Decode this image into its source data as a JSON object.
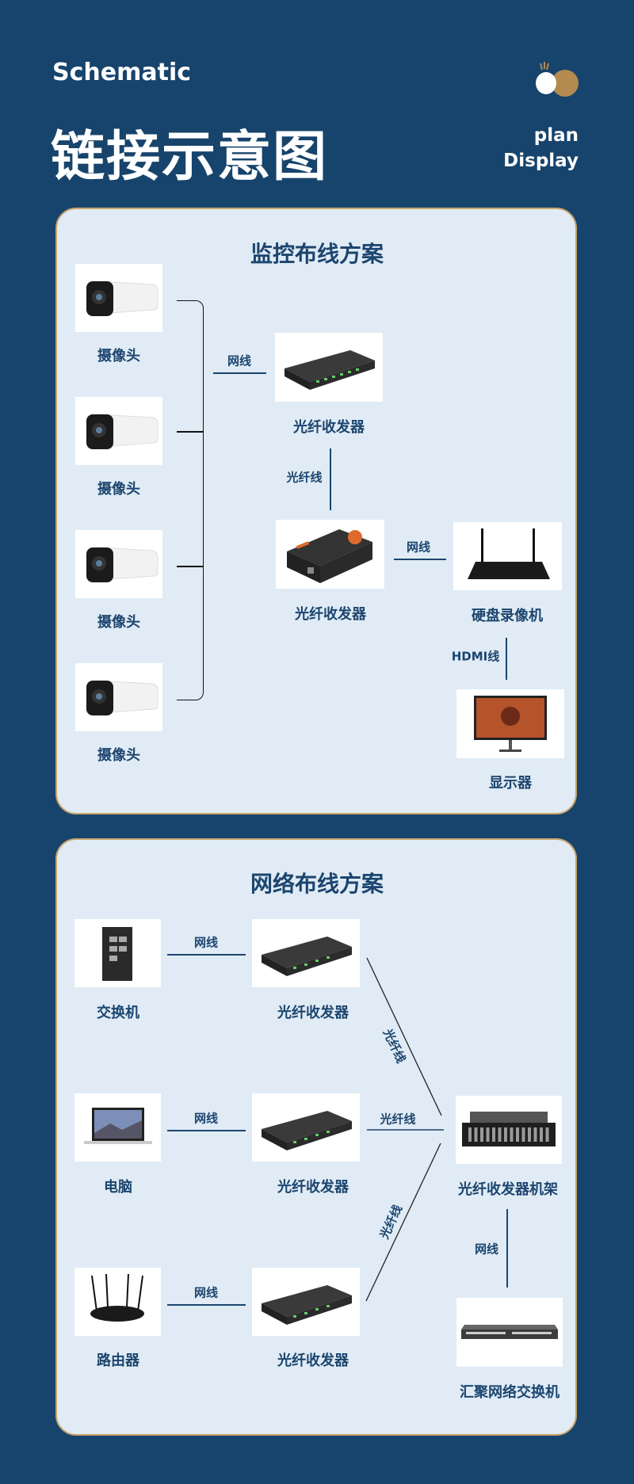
{
  "header": {
    "subtitle_en": "Schematic",
    "title": "链接示意图",
    "right_line1": "plan",
    "right_line2": "Display"
  },
  "colors": {
    "background": "#17446c",
    "card": "#e0ebf5",
    "accent": "#b38a50",
    "text": "#1c456e"
  },
  "monitoring": {
    "title": "监控布线方案",
    "cameras": [
      "摄像头",
      "摄像头",
      "摄像头",
      "摄像头"
    ],
    "cable_network": "网线",
    "transceiver_1": "光纤收发器",
    "cable_fiber": "光纤线",
    "transceiver_2": "光纤收发器",
    "cable_network_2": "网线",
    "nvr": "硬盘录像机",
    "cable_hdmi": "HDMI线",
    "display": "显示器"
  },
  "network": {
    "title": "网络布线方案",
    "rows": [
      {
        "device": "交换机",
        "cable": "网线",
        "transceiver": "光纤收发器",
        "fiber": "光纤线"
      },
      {
        "device": "电脑",
        "cable": "网线",
        "transceiver": "光纤收发器",
        "fiber": "光纤线"
      },
      {
        "device": "路由器",
        "cable": "网线",
        "transceiver": "光纤收发器",
        "fiber": "光纤线"
      }
    ],
    "rack": "光纤收发器机架",
    "rack_cable": "网线",
    "core_switch": "汇聚网络交换机"
  }
}
